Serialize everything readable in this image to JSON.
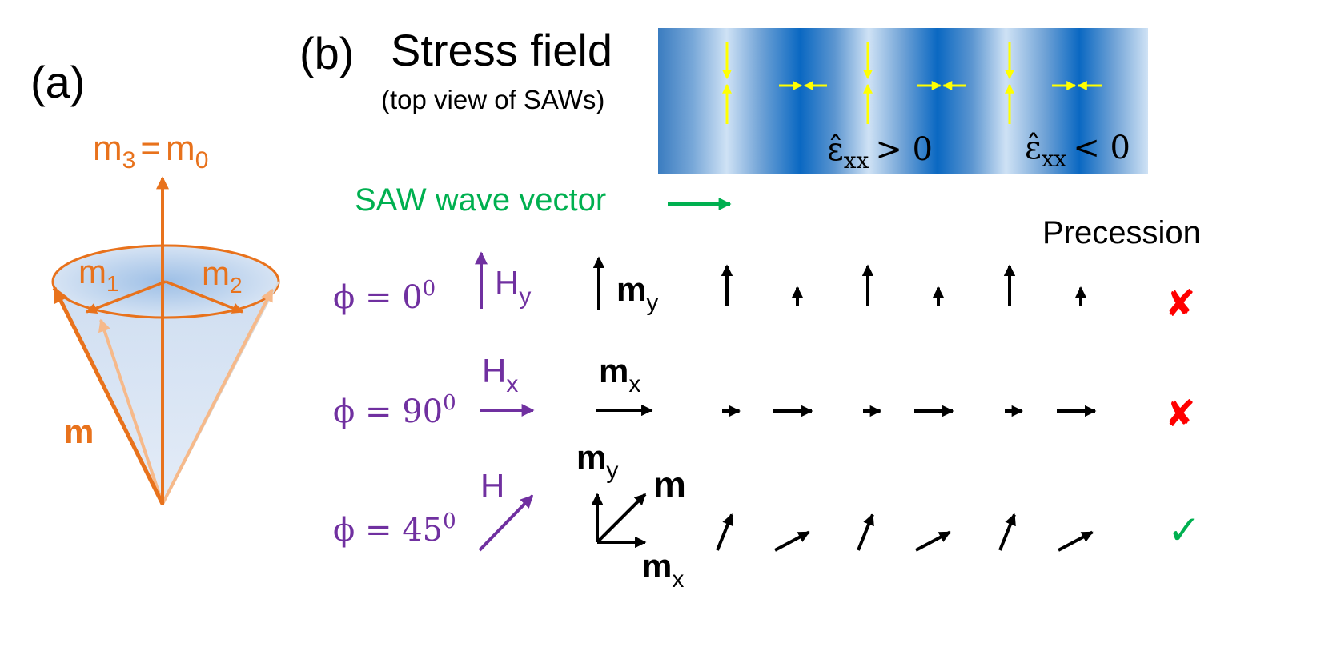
{
  "panel_a": {
    "label": "(a)",
    "m3_label": "m",
    "m3_sub": "3",
    "m3_eq": "=",
    "m0_label": "m",
    "m0_sub": "0",
    "m1_label": "m",
    "m1_sub": "1",
    "m2_label": "m",
    "m2_sub": "2",
    "m_label": "m"
  },
  "panel_b": {
    "label": "(b)",
    "title": "Stress field",
    "subtitle": "(top view of SAWs)",
    "strain_pos_label": "ε̂",
    "strain_pos_sub": "xx",
    "strain_pos_rel": "> 0",
    "strain_neg_label": "ε̂",
    "strain_neg_sub": "xx",
    "strain_neg_rel": "< 0",
    "wave_vector_label": "SAW wave vector",
    "precession_header": "Precession",
    "rows": [
      {
        "phi_label": "ϕ = 0",
        "phi_sup": "0",
        "field_label": "H",
        "field_sub": "y",
        "mag_label": "m",
        "mag_sub": "y",
        "precession": "✘",
        "arrow_lengths": [
          1.0,
          0.45,
          1.0,
          0.45,
          1.0,
          0.45
        ]
      },
      {
        "phi_label": "ϕ = 90",
        "phi_sup": "0",
        "field_label": "H",
        "field_sub": "x",
        "mag_label": "m",
        "mag_sub": "x",
        "precession": "✘",
        "arrow_lengths": [
          0.45,
          1.0,
          0.45,
          1.0,
          0.45,
          1.0
        ]
      },
      {
        "phi_label": "ϕ = 45",
        "phi_sup": "0",
        "field_label": "H",
        "field_sub": "",
        "mag_label": "m",
        "mag_sub": "",
        "mag_y_label": "m",
        "mag_y_sub": "y",
        "mag_x_label": "m",
        "mag_x_sub": "x",
        "precession": "✓",
        "arrow_angles_deg": [
          68,
          28,
          68,
          28,
          68,
          28
        ]
      }
    ]
  },
  "colors": {
    "orange": "#e8721c",
    "orange_light": "#f6b98a",
    "purple": "#7030a0",
    "green": "#00b050",
    "red": "#ff0000",
    "yellow": "#ffff00",
    "blue_dark": "#0066c4",
    "blue_light": "#c9def3"
  }
}
